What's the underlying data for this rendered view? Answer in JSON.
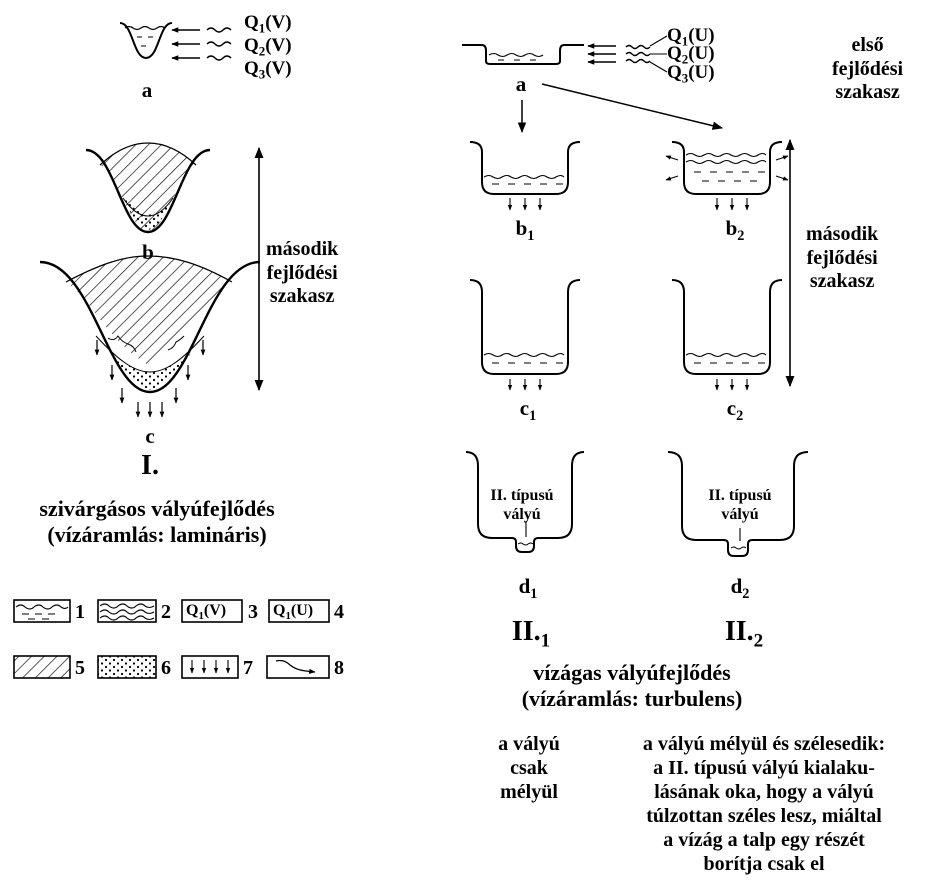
{
  "left": {
    "a_label": "a",
    "q_labels": [
      {
        "q": "Q",
        "sub": "1",
        "suffix": "(V)"
      },
      {
        "q": "Q",
        "sub": "2",
        "suffix": "(V)"
      },
      {
        "q": "Q",
        "sub": "3",
        "suffix": "(V)"
      }
    ],
    "b_label": "b",
    "c_label": "c",
    "stage_label": [
      "második",
      "fejlődési",
      "szakasz"
    ],
    "roman": "I.",
    "caption": [
      "szivárgásos vályúfejlődés",
      "(vízáramlás: lamináris)"
    ]
  },
  "legend": {
    "items": [
      {
        "num": "1",
        "type": "water"
      },
      {
        "num": "2",
        "type": "waves"
      },
      {
        "num": "3",
        "type": "qv",
        "q": "Q",
        "sub": "1",
        "suffix": "(V)"
      },
      {
        "num": "4",
        "type": "qu",
        "q": "Q",
        "sub": "1",
        "suffix": "(U)"
      },
      {
        "num": "5",
        "type": "hatch"
      },
      {
        "num": "6",
        "type": "dots"
      },
      {
        "num": "7",
        "type": "arrows"
      },
      {
        "num": "8",
        "type": "curve-arrow"
      }
    ]
  },
  "right": {
    "a_label": "a",
    "q_labels": [
      {
        "q": "Q",
        "sub": "1",
        "suffix": "(U)"
      },
      {
        "q": "Q",
        "sub": "2",
        "suffix": "(U)"
      },
      {
        "q": "Q",
        "sub": "3",
        "suffix": "(U)"
      }
    ],
    "first_stage": [
      "első",
      "fejlődési",
      "szakasz"
    ],
    "second_stage": [
      "második",
      "fejlődési",
      "szakasz"
    ],
    "b1": {
      "main": "b",
      "sub": "1"
    },
    "b2": {
      "main": "b",
      "sub": "2"
    },
    "c1": {
      "main": "c",
      "sub": "1"
    },
    "c2": {
      "main": "c",
      "sub": "2"
    },
    "d1": {
      "main": "d",
      "sub": "1"
    },
    "d2": {
      "main": "d",
      "sub": "2"
    },
    "type2_left": [
      "II. típusú",
      "vályú"
    ],
    "type2_right": [
      "II. típusú",
      "vályú"
    ],
    "roman1": {
      "main": "II.",
      "sub": "1"
    },
    "roman2": {
      "main": "II.",
      "sub": "2"
    },
    "caption": [
      "vízágas vályúfejlődés",
      "(vízáramlás: turbulens)"
    ],
    "note_left": [
      "a vályú",
      "csak",
      "mélyül"
    ],
    "note_right": [
      "a vályú mélyül és szélesedik:",
      "a II. típusú vályú kialaku-",
      "lásának oka, hogy a vályú",
      "túlzottan széles lesz, miáltal",
      "a vízág a talp egy részét",
      "borítja csak el"
    ]
  }
}
